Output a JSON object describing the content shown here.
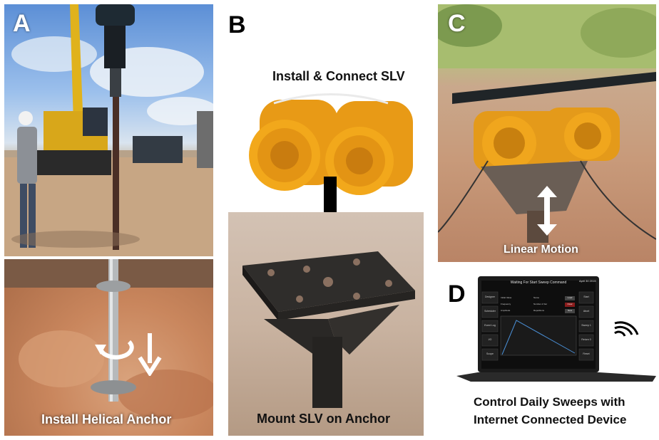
{
  "panel_a": {
    "letter": "A",
    "caption": "Install Helical Anchor"
  },
  "panel_b": {
    "letter": "B",
    "title": "Install & Connect SLV",
    "caption": "Mount SLV on Anchor"
  },
  "panel_c": {
    "letter": "C",
    "caption": "Linear Motion"
  },
  "panel_d": {
    "letter": "D",
    "caption_line1": "Control Daily Sweeps with",
    "caption_line2": "Internet Connected Device",
    "screen_title": "Waiting For Start Sweep Command",
    "screen_date": "April 30 2015",
    "side_tabs": [
      "Designer",
      "Scheduler",
      "Event Log",
      "I/O",
      "Scope"
    ],
    "right_buttons": [
      "Start",
      "Abort",
      "Sweep 1",
      "Return 0",
      "Reset"
    ],
    "form_labels": [
      "Initial Value",
      "Frequency",
      "Amplitude",
      "Name",
      "Number of Iter",
      "Repetitions"
    ],
    "form_buttons": [
      "Load",
      "Clear",
      "New"
    ]
  },
  "colors": {
    "vibrator_orange": "#f2a81b",
    "arrow_black": "#000000",
    "soil": "#c9865d",
    "sky": "#5c8fd6"
  }
}
